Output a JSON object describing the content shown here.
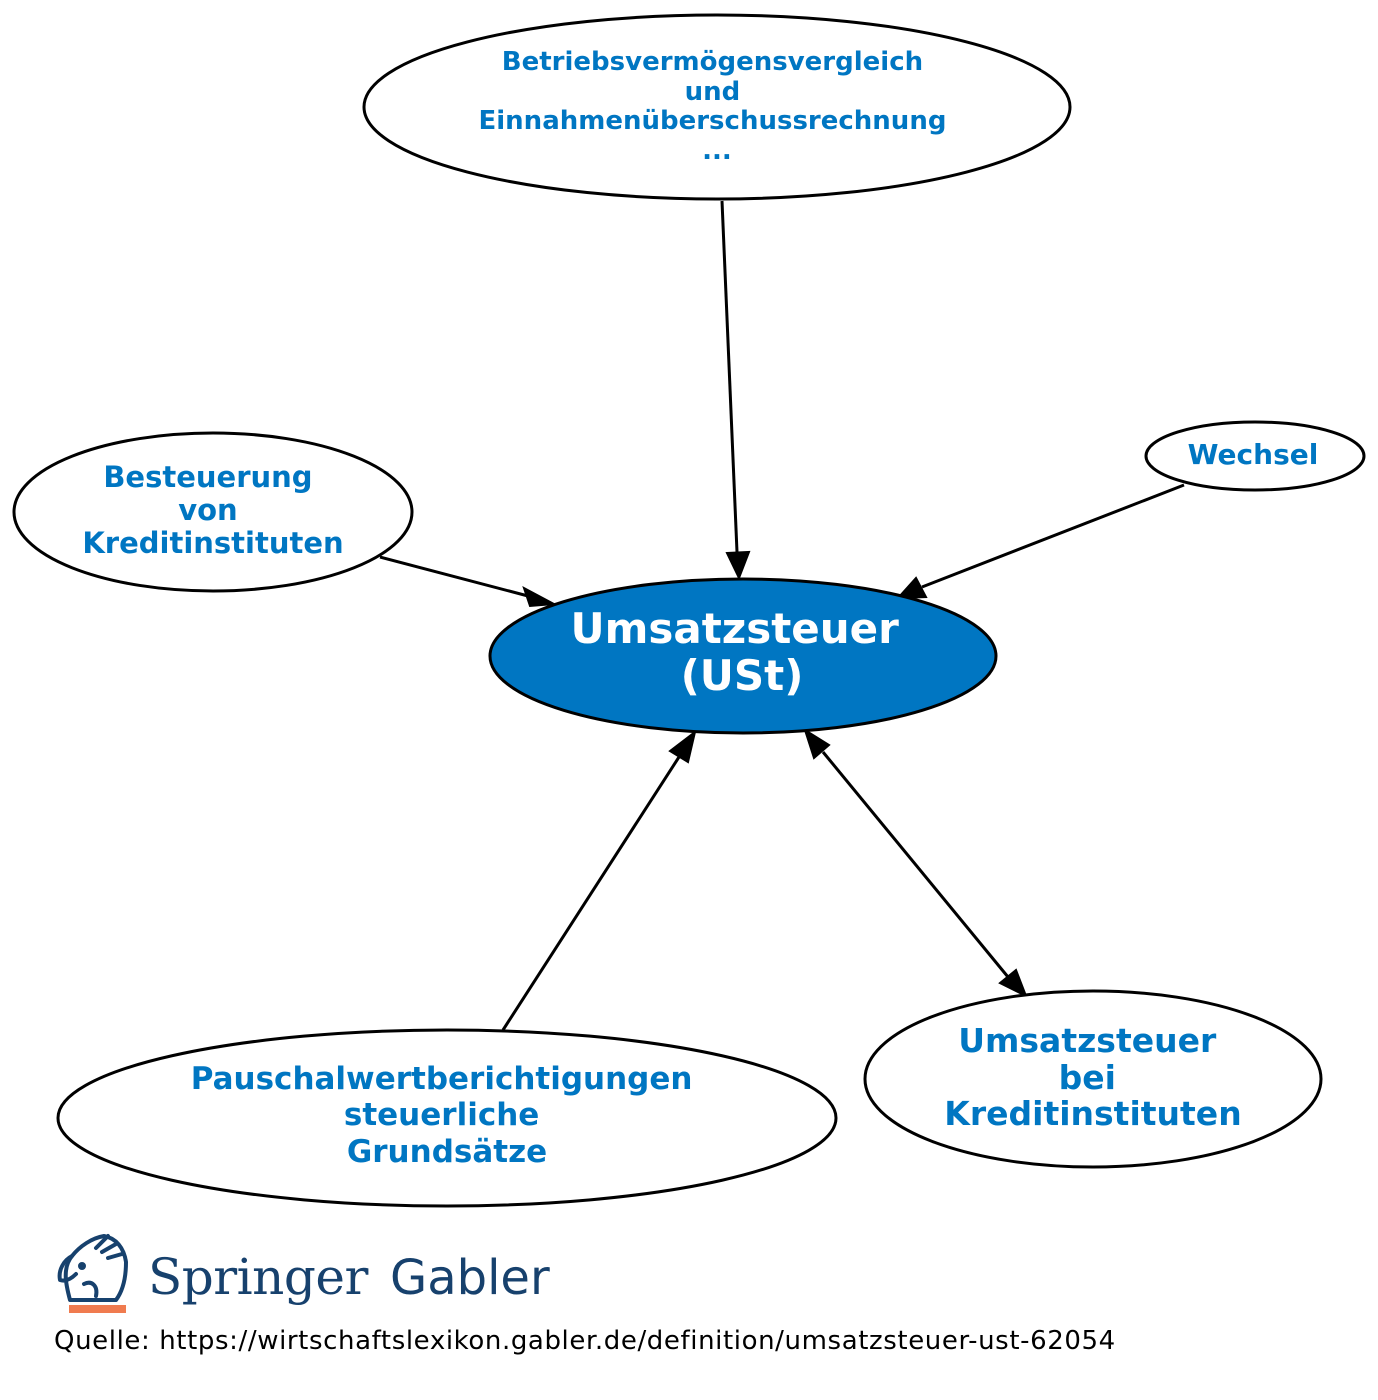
{
  "colors": {
    "center_fill": "#0076c2",
    "node_text": "#0076c2",
    "edge": "#000000",
    "brand": "#17416d",
    "logo_accent": "#f07b4f"
  },
  "diagram": {
    "center": {
      "lines": [
        "Umsatzsteuer",
        "(USt)"
      ]
    },
    "nodes": [
      {
        "id": "betriebsvermoegen",
        "lines": [
          "Betriebsvermögensvergleich",
          "und",
          "Einnahmenüberschussrechnung",
          "..."
        ]
      },
      {
        "id": "besteuerung",
        "lines": [
          "Besteuerung",
          "von",
          "Kreditinstituten"
        ]
      },
      {
        "id": "wechsel",
        "lines": [
          "Wechsel"
        ]
      },
      {
        "id": "pauschal",
        "lines": [
          "Pauschalwertberichtigungen",
          "steuerliche",
          "Grundsätze"
        ]
      },
      {
        "id": "ust-kredit",
        "lines": [
          "Umsatzsteuer",
          "bei",
          "Kreditinstituten"
        ]
      }
    ],
    "edges": [
      {
        "from": "betriebsvermoegen",
        "to": "center",
        "direction": "forward"
      },
      {
        "from": "besteuerung",
        "to": "center",
        "direction": "forward"
      },
      {
        "from": "wechsel",
        "to": "center",
        "direction": "forward"
      },
      {
        "from": "pauschal",
        "to": "center",
        "direction": "forward"
      },
      {
        "from": "ust-kredit",
        "to": "center",
        "direction": "both"
      }
    ]
  },
  "footer": {
    "brand_name": "Springer",
    "brand_sub": "Gabler",
    "source": "Quelle: https://wirtschaftslexikon.gabler.de/definition/umsatzsteuer-ust-62054"
  }
}
